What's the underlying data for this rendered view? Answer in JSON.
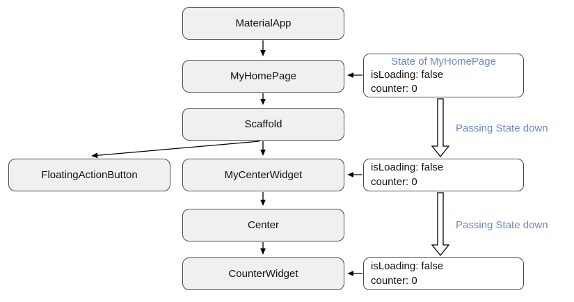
{
  "diagram": {
    "nodes": {
      "material_app": "MaterialApp",
      "my_home_page": "MyHomePage",
      "scaffold": "Scaffold",
      "floating_action_button": "FloatingActionButton",
      "my_center_widget": "MyCenterWidget",
      "center": "Center",
      "counter_widget": "CounterWidget"
    },
    "state_boxes": [
      {
        "title": "State of MyHomePage",
        "lines": [
          "isLoading: false",
          "counter: 0"
        ]
      },
      {
        "lines": [
          "isLoading: false",
          "counter: 0"
        ]
      },
      {
        "lines": [
          "isLoading: false",
          "counter: 0"
        ]
      }
    ],
    "labels": {
      "passing_state_down_1": "Passing State down",
      "passing_state_down_2": "Passing State down"
    },
    "colors": {
      "accent_blue": "#6d87c8",
      "node_fill": "#f0f0f0",
      "border": "#4a4a4a",
      "state_fill": "#ffffff"
    }
  }
}
